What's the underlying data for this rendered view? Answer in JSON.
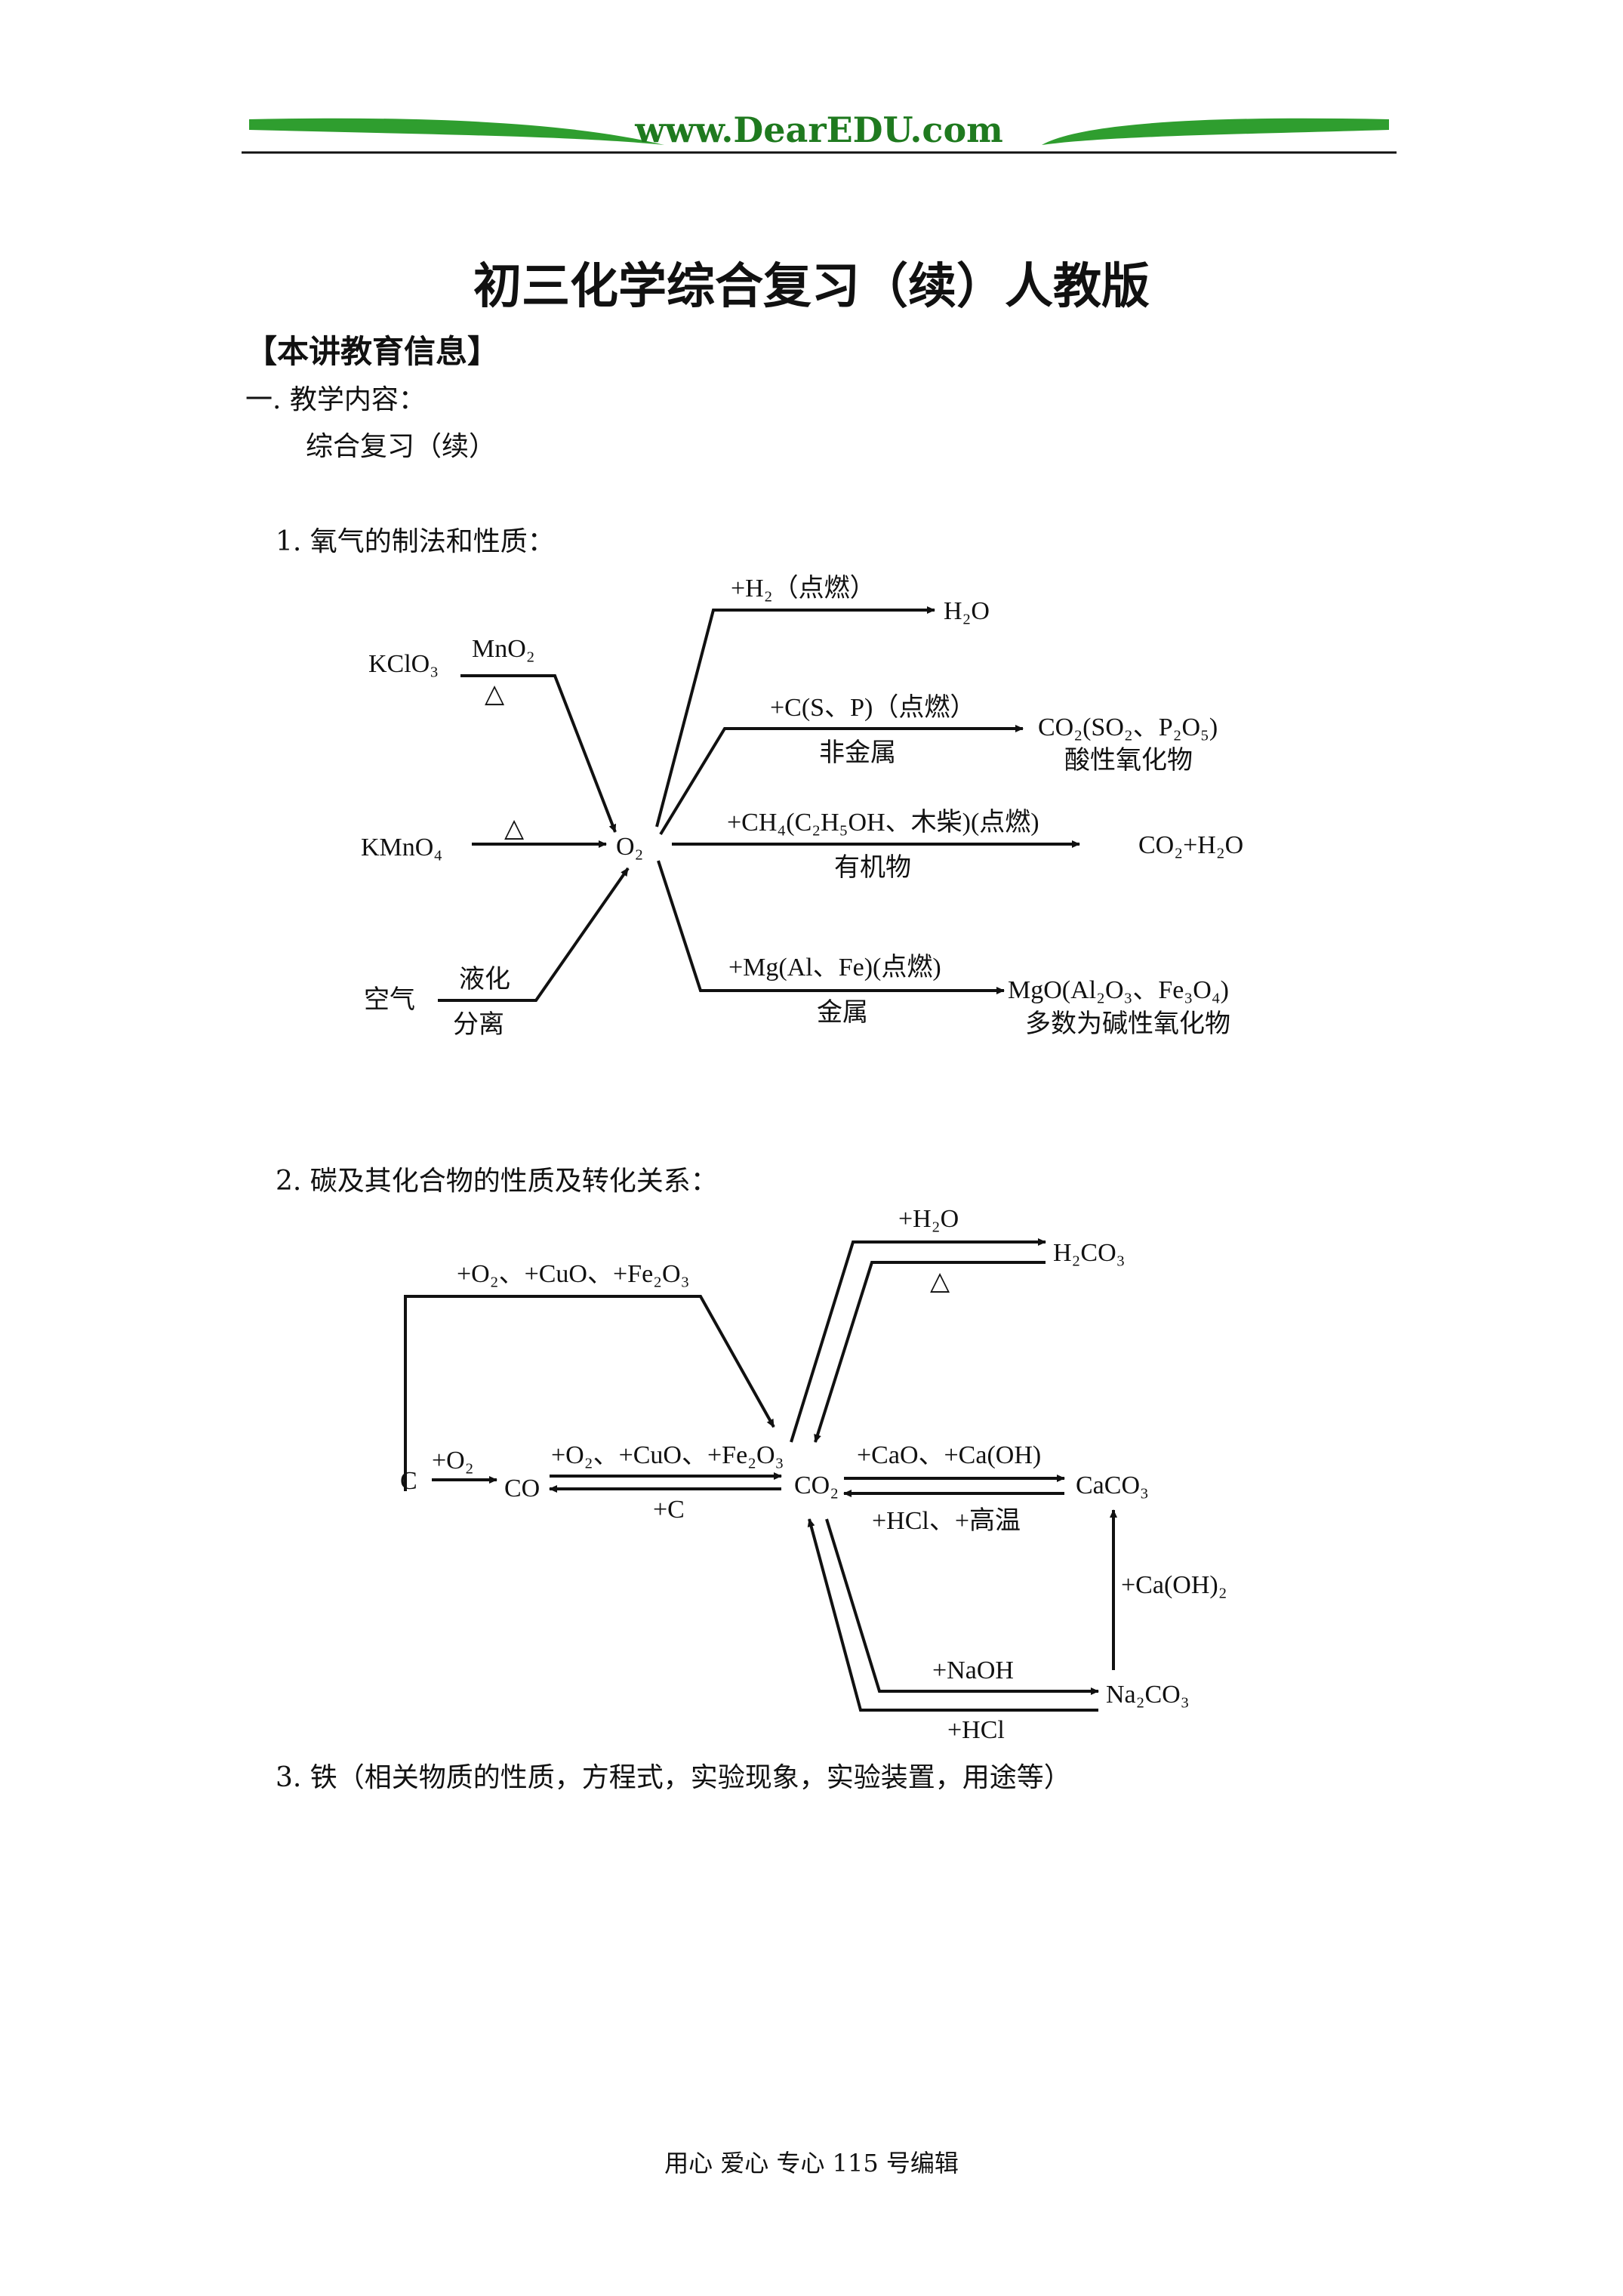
{
  "header": {
    "site": "www.DearEDU.com"
  },
  "title": "初三化学综合复习（续）人教版",
  "info_heading": "【本讲教育信息】",
  "section1": {
    "label": "一. 教学内容：",
    "sub": "综合复习（续）"
  },
  "item1": "1. 氧气的制法和性质：",
  "item2": "2. 碳及其化合物的性质及转化关系：",
  "item3": "3. 铁（相关物质的性质，方程式，实验现象，实验装置，用途等）",
  "oxygen_diagram": {
    "center": "O₂",
    "sources": [
      {
        "reactant": "KClO₃",
        "condition_top": "MnO₂",
        "condition_bottom": "△"
      },
      {
        "reactant": "KMnO₄",
        "condition_top": "△"
      },
      {
        "reactant": "空气",
        "condition_top": "液化",
        "condition_bottom": "分离"
      }
    ],
    "reactions": [
      {
        "reagent": "+H₂（点燃）",
        "product": "H₂O"
      },
      {
        "reagent": "+C(S、P)（点燃）",
        "note": "非金属",
        "product": "CO₂(SO₂、P₂O₅)",
        "product_note": "酸性氧化物"
      },
      {
        "reagent": "+CH₄(C₂H₅OH、木柴)(点燃)",
        "note": "有机物",
        "product": "CO₂+H₂O"
      },
      {
        "reagent": "+Mg(Al、Fe)(点燃)",
        "note": "金属",
        "product": "MgO(Al₂O₃、Fe₃O₄)",
        "product_note": "多数为碱性氧化物"
      }
    ]
  },
  "carbon_diagram": {
    "nodes": [
      "C",
      "CO",
      "CO₂",
      "H₂CO₃",
      "CaCO₃",
      "Na₂CO₃"
    ],
    "labels": {
      "c_to_co2_top": "+O₂、+CuO、+Fe₂O₃",
      "c_to_co": "+O₂",
      "co_to_co2": "+O₂、+CuO、+Fe₂O₃",
      "co2_to_co": "+C",
      "co2_to_h2co3": "+H₂O",
      "h2co3_to_co2": "△",
      "co2_to_caco3": "+CaO、+Ca(OH)",
      "caco3_to_co2": "+HCl、+高温",
      "co2_to_na2co3": "+NaOH",
      "na2co3_to_co2": "+HCl",
      "na2co3_to_caco3": "+Ca(OH)₂"
    }
  },
  "footer": "用心  爱心  专心   115 号编辑"
}
